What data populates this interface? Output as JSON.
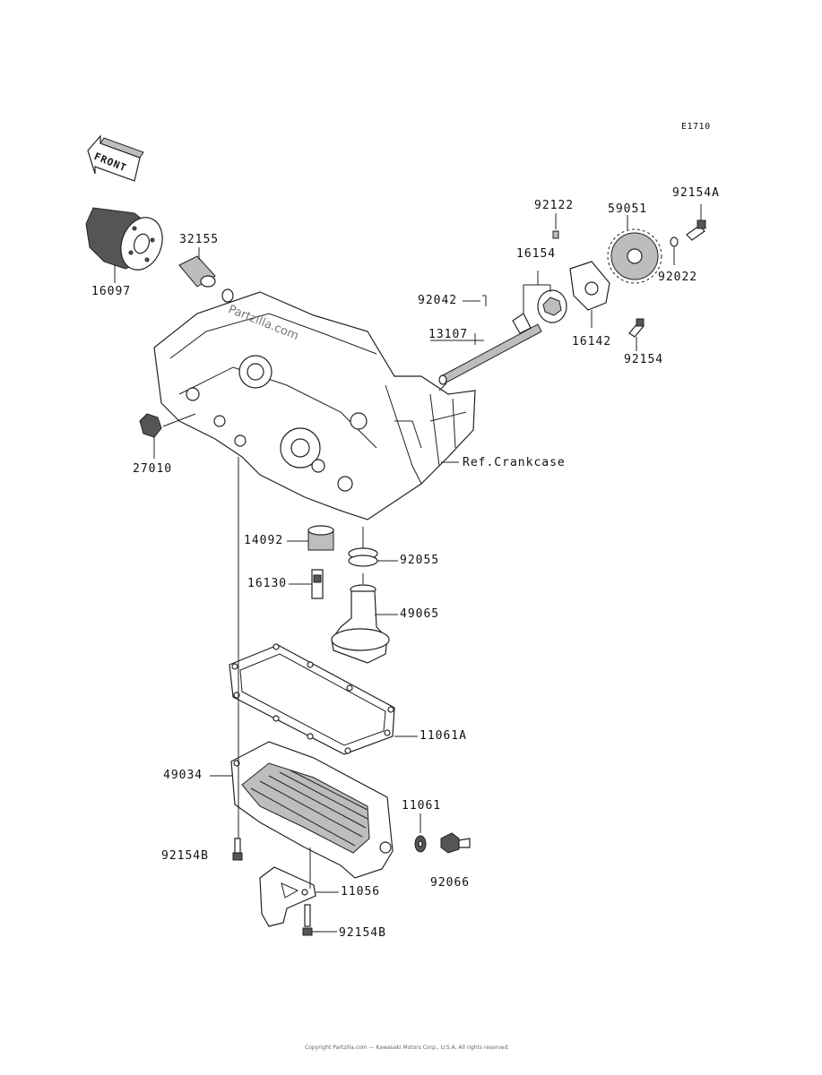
{
  "diagram_code": "E1710",
  "front_label": "FRONT",
  "watermark": "Partzilla.com",
  "ref_label": "Ref.Crankcase",
  "parts": {
    "p16097": "16097",
    "p32155": "32155",
    "p27010": "27010",
    "p92122": "92122",
    "p59051": "59051",
    "p92154A": "92154A",
    "p16154": "16154",
    "p92042": "92042",
    "p92022": "92022",
    "p13107": "13107",
    "p16142": "16142",
    "p92154": "92154",
    "p14092": "14092",
    "p92055": "92055",
    "p16130": "16130",
    "p49065": "49065",
    "p11061A": "11061A",
    "p49034": "49034",
    "p11061": "11061",
    "p92154B_1": "92154B",
    "p92066": "92066",
    "p11056": "11056",
    "p92154B_2": "92154B"
  },
  "footer_text": "Copyright Partzilla.com — Kawasaki Motors Corp., U.S.A. All rights reserved."
}
